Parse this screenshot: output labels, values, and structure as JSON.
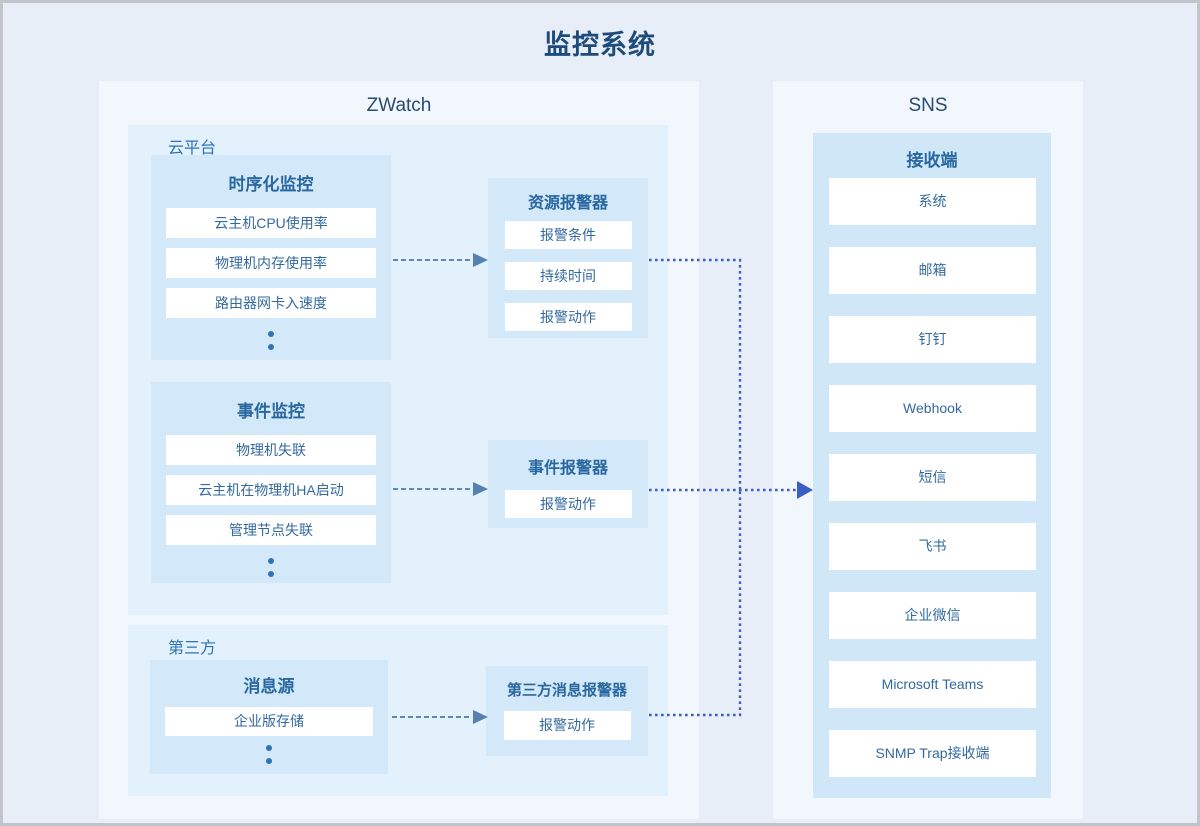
{
  "title": "监控系统",
  "colors": {
    "page_background": "#e8eef7",
    "panel_background": "#f1f7fd",
    "section_background": "#e3f1fc",
    "block_background": "#d3e9fa",
    "receiver_background": "#d0e7f8",
    "title_text": "#1d4b7a",
    "heading_text": "#29679f",
    "row_text": "#33699e",
    "dashed_arrow": "#5b86b6",
    "dotted_route": "#3a5ec5"
  },
  "icons": {
    "ellipsis": "vertical-ellipsis-icon",
    "arrow": "arrow-right-icon"
  },
  "zwatch": {
    "label": "ZWatch",
    "cloud": {
      "label": "云平台",
      "timeseries": {
        "title": "时序化监控",
        "items": [
          "云主机CPU使用率",
          "物理机内存使用率",
          "路由器网卡入速度"
        ]
      },
      "events": {
        "title": "事件监控",
        "items": [
          "物理机失联",
          "云主机在物理机HA启动",
          "管理节点失联"
        ]
      },
      "resource_alarm": {
        "title": "资源报警器",
        "items": [
          "报警条件",
          "持续时间",
          "报警动作"
        ]
      },
      "event_alarm": {
        "title": "事件报警器",
        "items": [
          "报警动作"
        ]
      }
    },
    "third_party": {
      "label": "第三方",
      "message_source": {
        "title": "消息源",
        "items": [
          "企业版存储"
        ]
      },
      "message_alarm": {
        "title": "第三方消息报警器",
        "items": [
          "报警动作"
        ]
      }
    }
  },
  "sns": {
    "label": "SNS",
    "receiver": {
      "title": "接收端",
      "items": [
        "系统",
        "邮箱",
        "钉钉",
        "Webhook",
        "短信",
        "飞书",
        "企业微信",
        "Microsoft Teams",
        "SNMP Trap接收端"
      ]
    }
  }
}
